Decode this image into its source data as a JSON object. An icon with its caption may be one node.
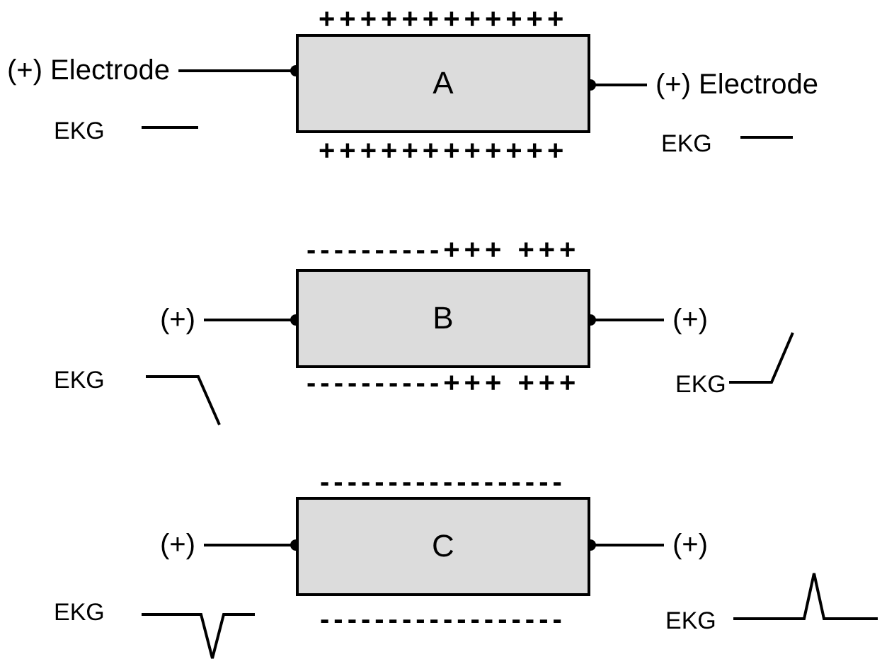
{
  "diagram": {
    "nodes": [
      {
        "text": [
          "(+) Electrode"
        ]
      },
      {
        "text": [
          "A"
        ],
        "beside": [
          "++++++++++++",
          "++++++++++++"
        ]
      },
      {
        "text": [
          "(+) Electrode"
        ]
      },
      {
        "text": [
          "(+)"
        ]
      },
      {
        "text": [
          "B"
        ],
        "beside": [
          "----------+++ +++",
          "----------+++ +++"
        ]
      },
      {
        "text": [
          "(+)"
        ]
      },
      {
        "text": [
          "(+)"
        ]
      },
      {
        "text": [
          "C"
        ],
        "beside": [
          "------------------",
          "------------------"
        ]
      },
      {
        "text": [
          "(+)"
        ]
      }
    ],
    "edges": [
      {
        "from": 0,
        "to": 1,
        "arrow": "other"
      },
      {
        "from": 2,
        "to": 1,
        "arrow": "other"
      },
      {
        "from": 3,
        "to": 4,
        "arrow": "other"
      },
      {
        "from": 5,
        "to": 4,
        "arrow": "other"
      },
      {
        "from": 6,
        "to": 7,
        "arrow": "other"
      },
      {
        "from": 8,
        "to": 7,
        "arrow": "other"
      }
    ],
    "labels": [
      "EKG",
      "EKG",
      "EKG",
      "EKG",
      "EKG",
      "EKG"
    ]
  }
}
